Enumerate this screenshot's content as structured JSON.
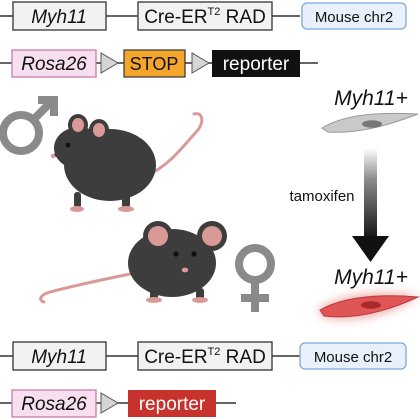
{
  "constructs": {
    "top_myh11": {
      "promoter": "Myh11",
      "cre_prefix": "Cre-ER",
      "cre_super": "T2",
      "cre_suffix": " RAD",
      "chromosome": "Mouse chr2"
    },
    "top_rosa26": {
      "locus": "Rosa26",
      "stop": "STOP",
      "reporter": "reporter"
    },
    "bottom_myh11": {
      "promoter": "Myh11",
      "cre_prefix": "Cre-ER",
      "cre_super": "T2",
      "cre_suffix": " RAD",
      "chromosome": "Mouse chr2"
    },
    "bottom_rosa26": {
      "locus": "Rosa26",
      "reporter": "reporter"
    }
  },
  "cells": {
    "before_label": "Myh11+",
    "after_label": "Myh11+",
    "treatment": "tamoxifen"
  },
  "colors": {
    "myh11_box": "#f2f2f2",
    "chr_box": "#e8f1fb",
    "chr_border": "#7aaad6",
    "rosa_box": "#f7dff0",
    "rosa_border": "#c77bb0",
    "stop_box": "#f4a62a",
    "reporter_off": "#111111",
    "reporter_on": "#c8322c",
    "cell_gray": "#c9c9c9",
    "cell_red": "#e05555",
    "mouse_body": "#3d3d3d",
    "mouse_pink": "#d99a97",
    "sex_symbol": "#8a8a8a"
  },
  "icons": [
    "male-symbol-icon",
    "female-symbol-icon",
    "mouse-icon",
    "arrow-down-icon"
  ]
}
